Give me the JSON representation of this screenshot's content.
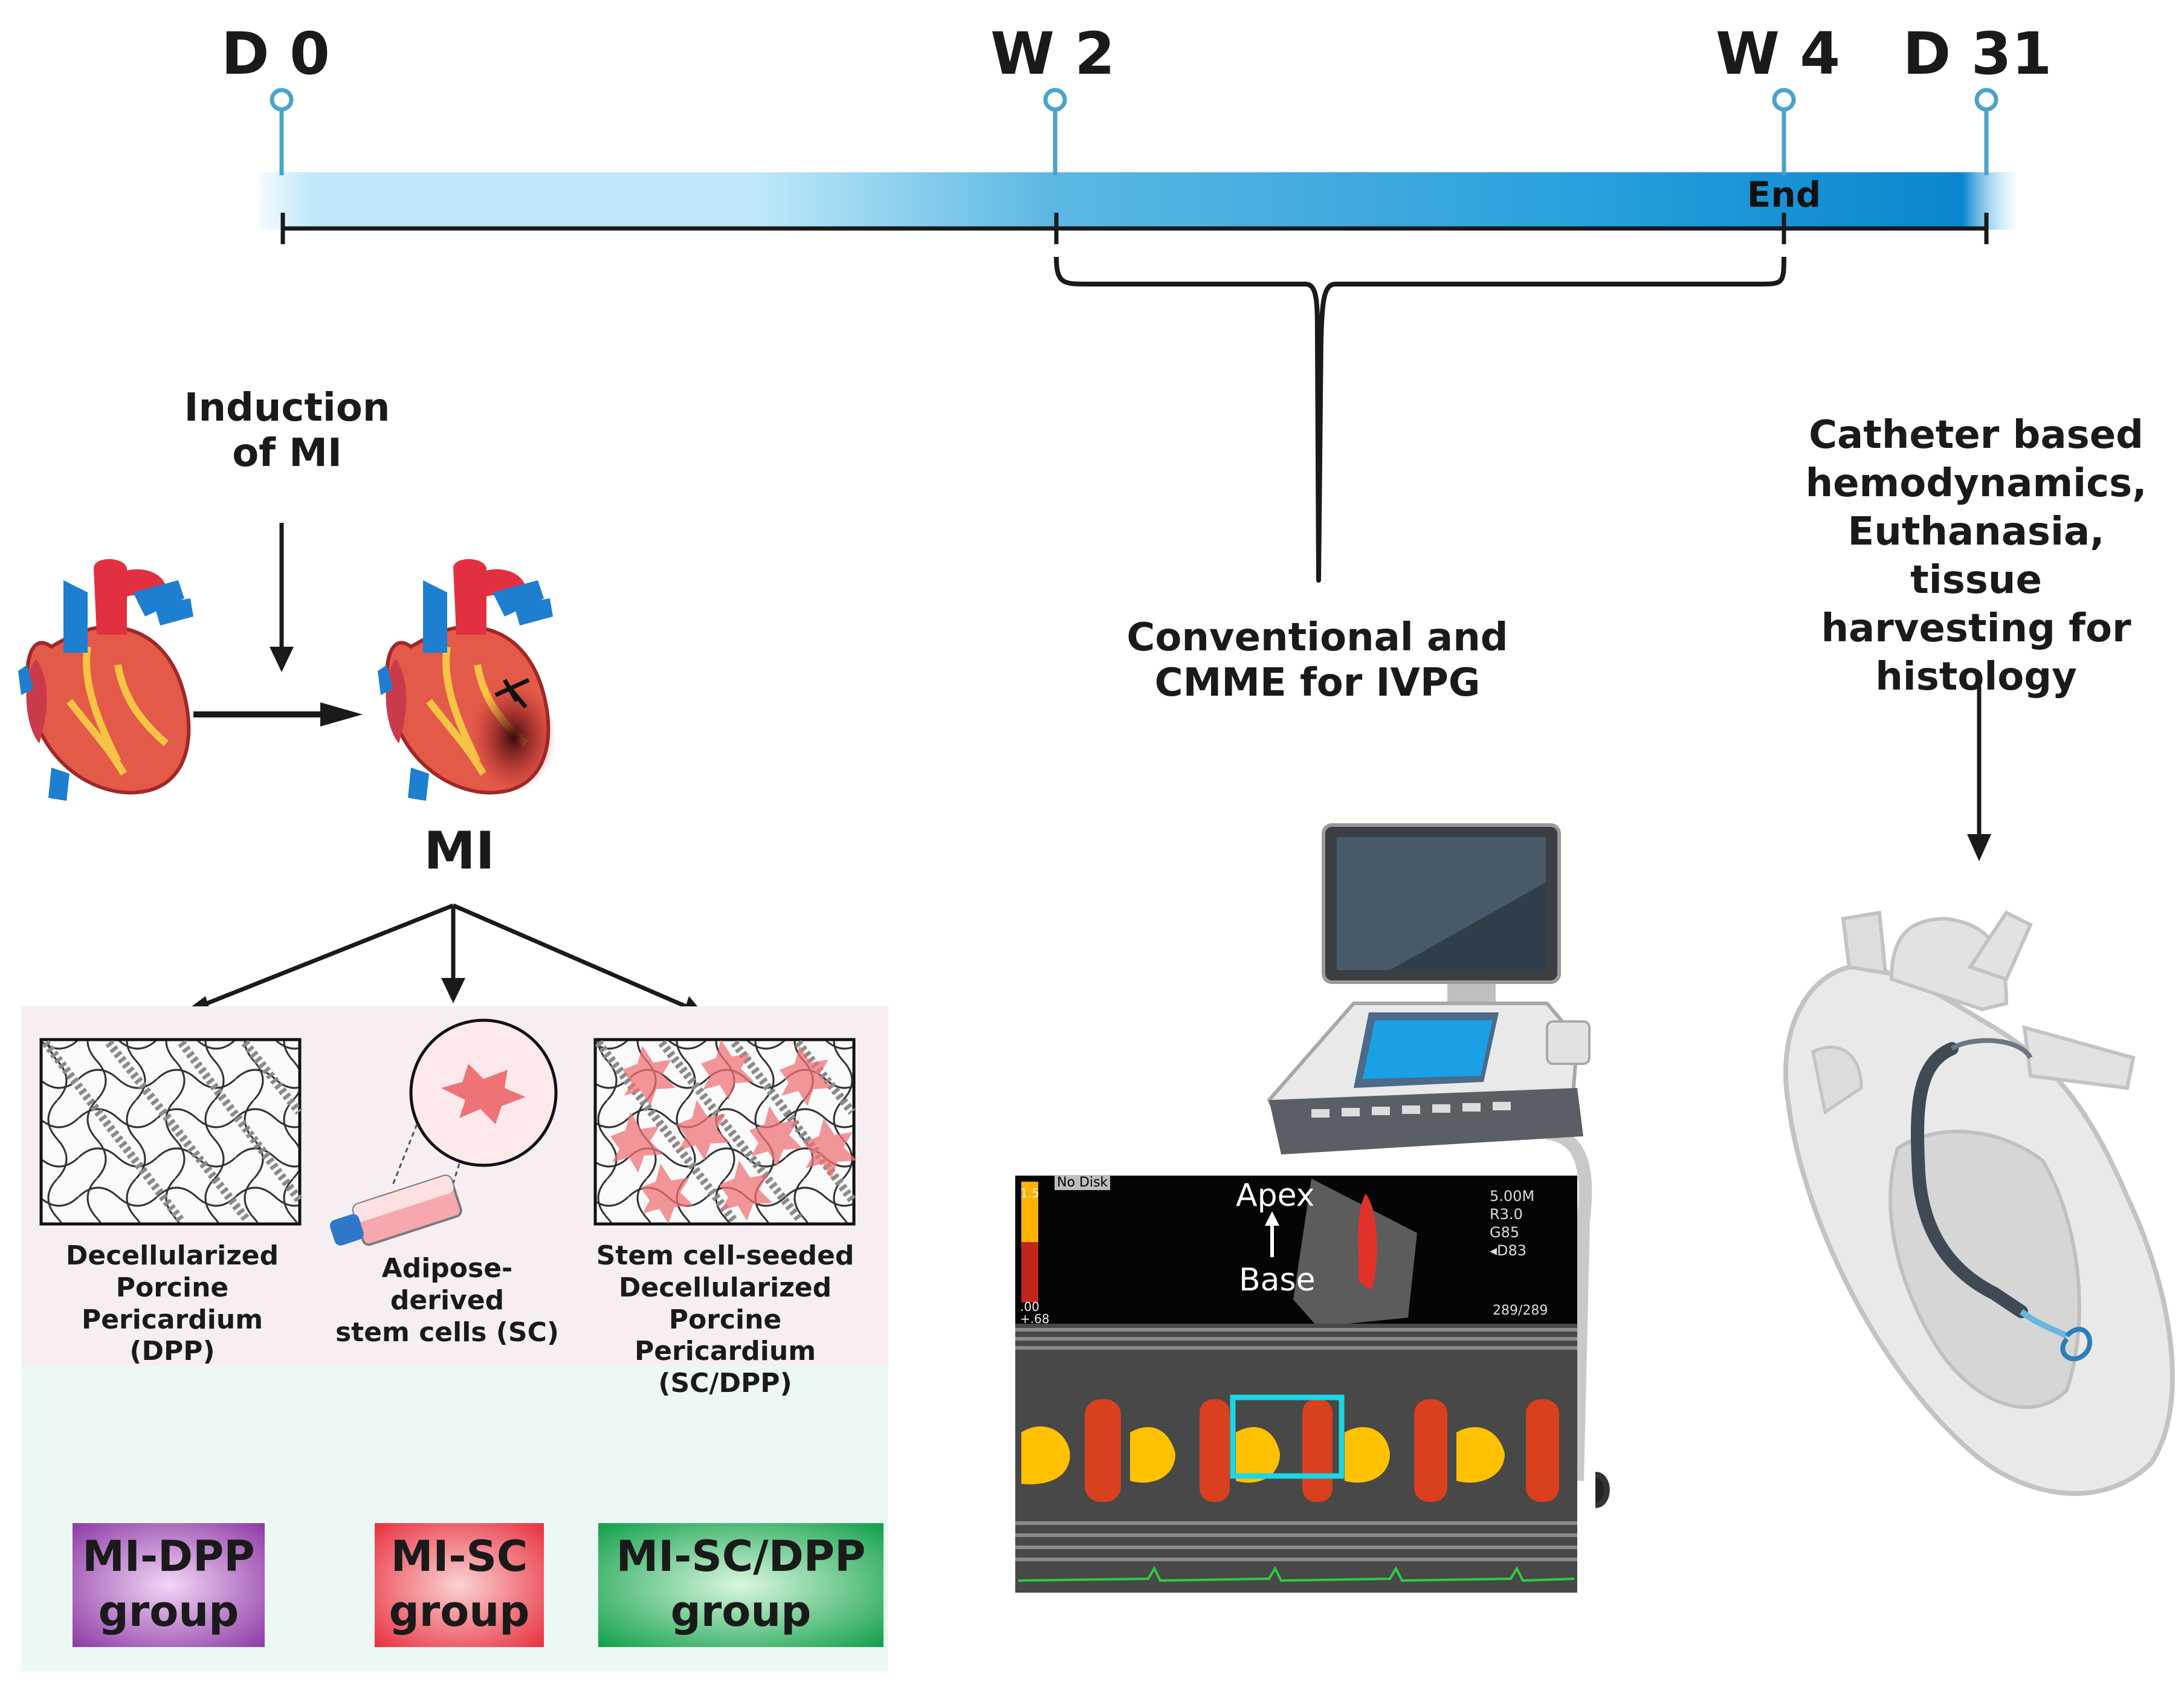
{
  "timeline": {
    "points": [
      {
        "label": "D 0"
      },
      {
        "label": "W 2"
      },
      {
        "label": "W 4"
      },
      {
        "label": "D 31"
      }
    ],
    "end_label": "End"
  },
  "induction_label": "Induction\nof MI",
  "mi_label": "MI",
  "echo_label": "Conventional and\nCMME for IVPG",
  "catheter_label": "Catheter based\nhemodynamics,\nEuthanasia, tissue\nharvesting for\nhistology",
  "treatments": [
    {
      "label": "Decellularized\nPorcine Pericardium\n(DPP)"
    },
    {
      "label": "Adipose-derived\nstem cells (SC)"
    },
    {
      "label": "Stem cell-seeded\nDecellularized Porcine\nPericardium (SC/DPP)"
    }
  ],
  "groups": [
    {
      "label": "MI-DPP\ngroup",
      "color": "#8e3aa6"
    },
    {
      "label": "MI-SC\ngroup",
      "color": "#e8313f"
    },
    {
      "label": "MI-SC/DPP\ngroup",
      "color": "#12a04a"
    }
  ],
  "ultrasound": {
    "no_disk": "No Disk",
    "apex": "Apex",
    "base": "Base",
    "params": "5.00M\nR3.0\nG85\n◂D83",
    "scale_top": "1.5",
    "scale_mid": ".00",
    "scale_bottom": "+.68",
    "frame": "289/289"
  },
  "colors": {
    "timeline_light": "#bfe9fb",
    "timeline_dark": "#0a86d0",
    "marker": "#4aa3c8",
    "treatment_panel": "#f7eef4",
    "group_panel": "#ecf8f6"
  }
}
